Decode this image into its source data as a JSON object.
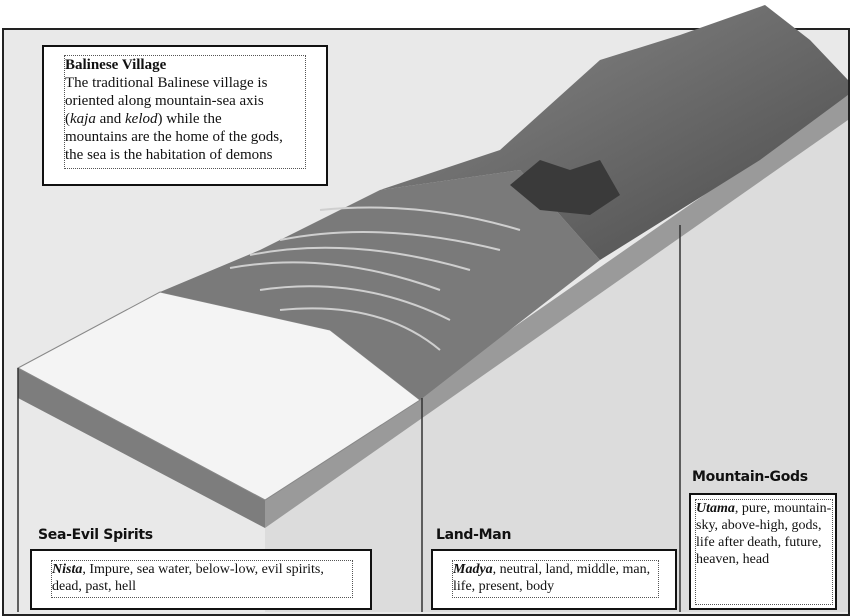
{
  "intro": {
    "title": "Balinese Village",
    "line1": "The traditional Balinese village is",
    "line2": "oriented along mountain-sea axis",
    "kaja": "kaja",
    "and": " and ",
    "kelod": "kelod",
    "line3_end": ") while the",
    "line4": "mountains are the home of the gods,",
    "line5": "the sea is the habitation of demons"
  },
  "zones": {
    "sea": {
      "label": "Sea-Evil Spirits",
      "term": "Nista",
      "desc": ", Impure, sea water, below-low, evil spirits, dead, past, hell"
    },
    "land": {
      "label": "Land-Man",
      "term": "Madya",
      "desc": ", neutral, land, middle, man, life, present, body"
    },
    "mountain": {
      "label": "Mountain-Gods",
      "term": "Utama",
      "desc": ", pure, mountain-sky, above-high, gods, life after death, future, heaven, head"
    }
  },
  "colors": {
    "ink": "#111111",
    "background": "#e9e9e9"
  }
}
